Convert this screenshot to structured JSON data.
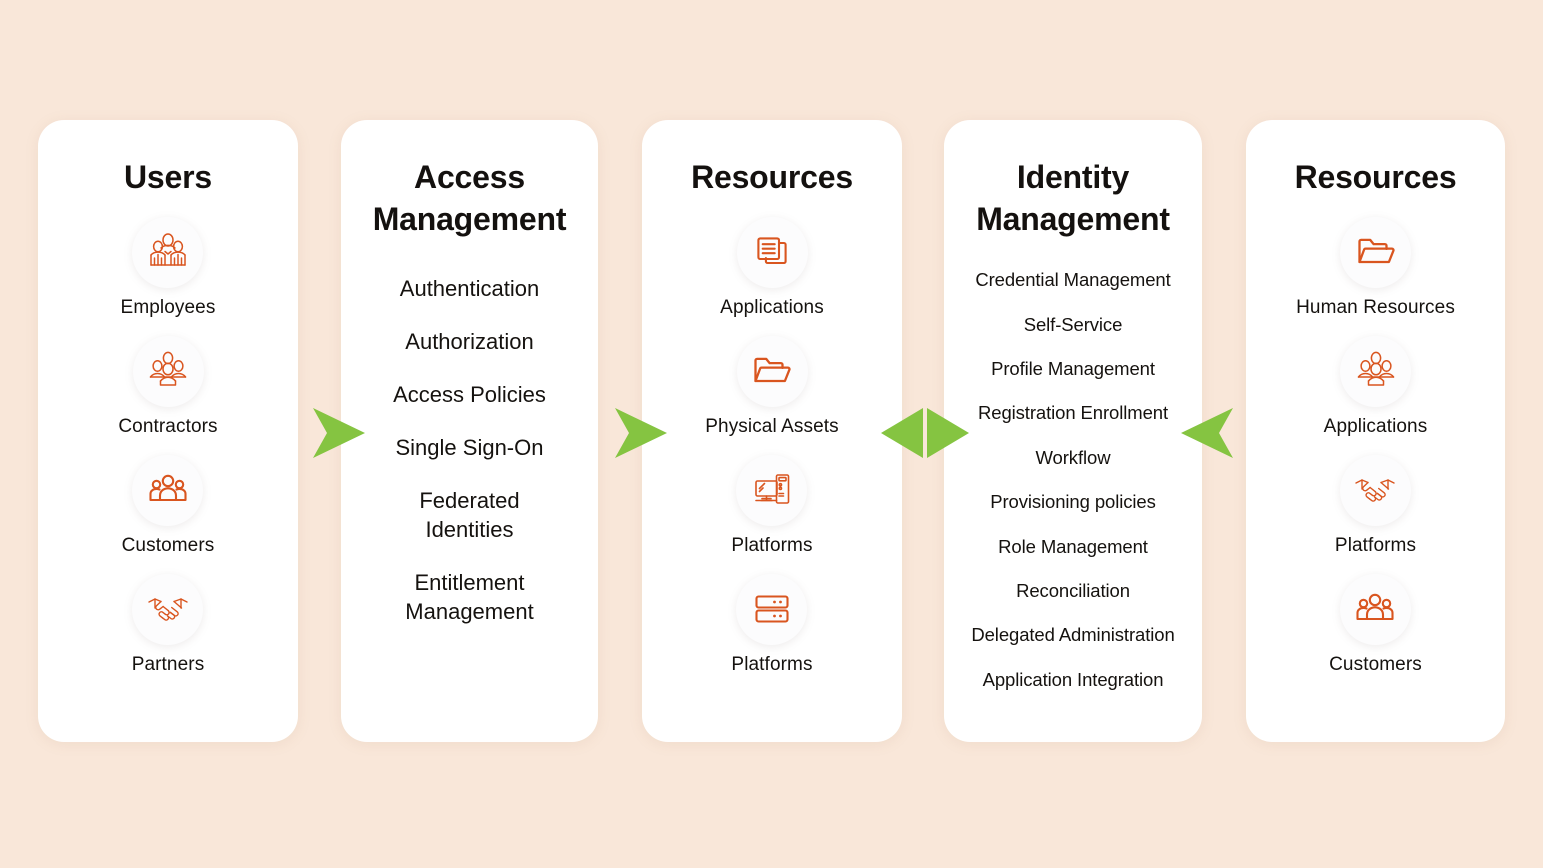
{
  "theme": {
    "background": "#f9e7d9",
    "card_background": "#ffffff",
    "icon_color": "#d9551f",
    "arrow_color": "#85c441",
    "text_color": "#15120f"
  },
  "cards": [
    {
      "id": "users",
      "title": "Users",
      "kind": "icon-list",
      "items": [
        {
          "label": "Employees",
          "icon": "employees-group-icon"
        },
        {
          "label": "Contractors",
          "icon": "contractors-group-icon"
        },
        {
          "label": "Customers",
          "icon": "customers-people-icon"
        },
        {
          "label": "Partners",
          "icon": "handshake-icon"
        }
      ]
    },
    {
      "id": "access-management",
      "title": "Access\nManagement",
      "kind": "text-list",
      "items": [
        {
          "label": "Authentication"
        },
        {
          "label": "Authorization"
        },
        {
          "label": "Access Policies"
        },
        {
          "label": "Single Sign-On"
        },
        {
          "label": "Federated\nIdentities"
        },
        {
          "label": "Entitlement\nManagement"
        }
      ]
    },
    {
      "id": "resources-middle",
      "title": "Resources",
      "kind": "icon-list",
      "items": [
        {
          "label": "Applications",
          "icon": "documents-icon"
        },
        {
          "label": "Physical Assets",
          "icon": "folder-icon"
        },
        {
          "label": "Platforms",
          "icon": "desktop-computer-icon"
        },
        {
          "label": "Platforms",
          "icon": "server-rack-icon"
        }
      ]
    },
    {
      "id": "identity-management",
      "title": "Identity\nManagement",
      "kind": "text-list",
      "items": [
        {
          "label": "Credential Management"
        },
        {
          "label": "Self-Service"
        },
        {
          "label": "Profile Management"
        },
        {
          "label": "Registration Enrollment"
        },
        {
          "label": "Workflow"
        },
        {
          "label": "Provisioning policies"
        },
        {
          "label": "Role Management"
        },
        {
          "label": "Reconciliation"
        },
        {
          "label": "Delegated Administration"
        },
        {
          "label": "Application Integration"
        }
      ]
    },
    {
      "id": "resources-right",
      "title": "Resources",
      "kind": "icon-list",
      "items": [
        {
          "label": "Human Resources",
          "icon": "folder-icon"
        },
        {
          "label": "Applications",
          "icon": "contractors-group-icon"
        },
        {
          "label": "Platforms",
          "icon": "handshake-icon"
        },
        {
          "label": "Customers",
          "icon": "customers-people-icon"
        }
      ]
    }
  ],
  "connectors": [
    {
      "id": "arrow-users-to-access",
      "direction": "right",
      "icon": "arrow-right-icon"
    },
    {
      "id": "arrow-access-to-resources",
      "direction": "right",
      "icon": "arrow-right-icon"
    },
    {
      "id": "arrow-resources-to-identity",
      "direction": "bidirectional",
      "icon": "arrow-bidirectional-icon"
    },
    {
      "id": "arrow-resources-to-identity-right",
      "direction": "left",
      "icon": "arrow-left-icon"
    }
  ]
}
